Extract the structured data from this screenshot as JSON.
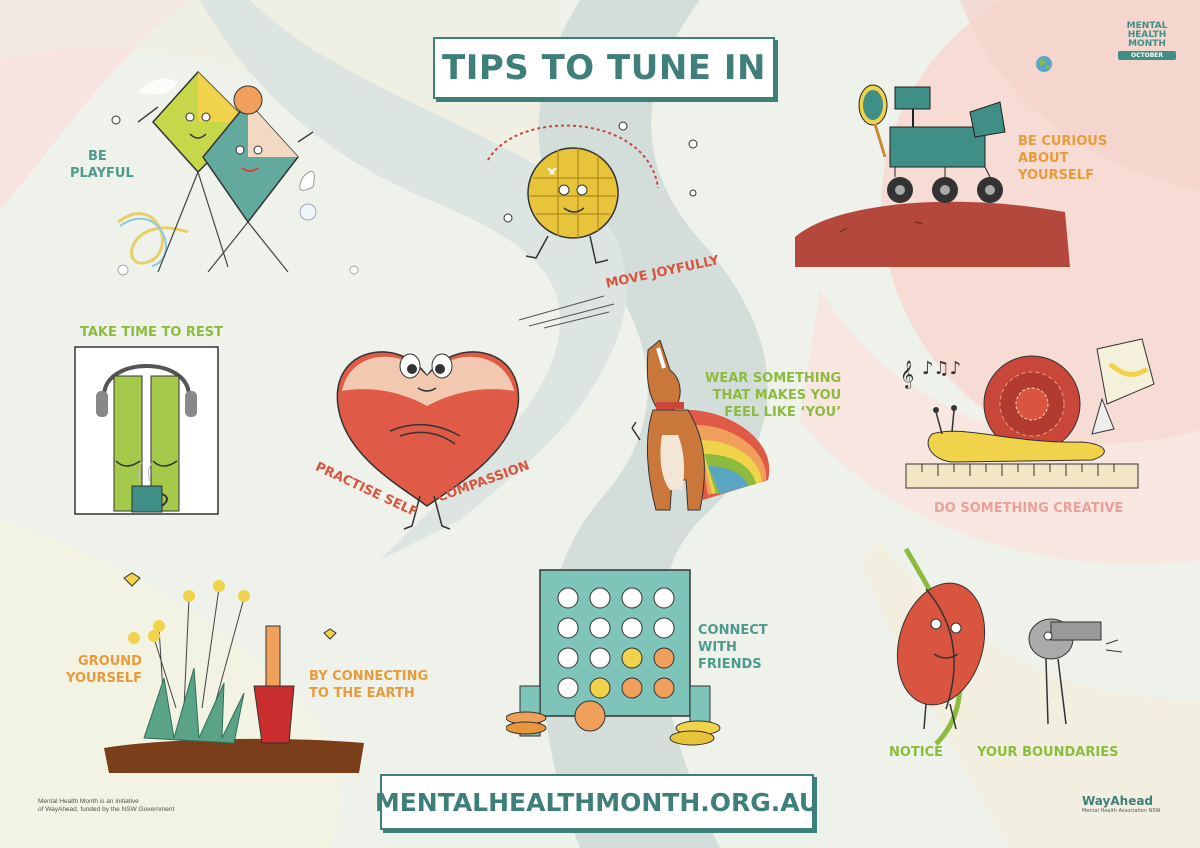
{
  "title": "TIPS TO TUNE IN",
  "url": "MENTALHEALTHMONTH.ORG.AU",
  "logo_top": {
    "line1": "MENTAL",
    "line2": "HEALTH",
    "line3": "MONTH",
    "line4": "OCTOBER"
  },
  "logo_bottom": {
    "name": "WayAhead",
    "tagline": "Mental Health Association NSW"
  },
  "footer_note": {
    "line1": "Mental Health Month is an initiative",
    "line2": "of WayAhead, funded by the NSW Government"
  },
  "tips": {
    "be_playful": {
      "line1": "BE",
      "line2": "PLAYFUL"
    },
    "move_joyfully": "MOVE JOYFULLY",
    "be_curious": {
      "line1": "BE CURIOUS",
      "line2": "ABOUT",
      "line3": "YOURSELF"
    },
    "take_time_to_rest": "TAKE TIME TO REST",
    "practise_self": "PRACTISE SELF",
    "compassion": "COMPASSION",
    "wear_something": {
      "line1": "WEAR SOMETHING",
      "line2": "THAT MAKES YOU",
      "line3": "FEEL LIKE ‘YOU’"
    },
    "do_something_creative": "DO SOMETHING CREATIVE",
    "ground_yourself": {
      "line1": "GROUND",
      "line2": "YOURSELF"
    },
    "by_connecting": {
      "line1": "BY CONNECTING",
      "line2": "TO THE EARTH"
    },
    "connect_with_friends": {
      "line1": "CONNECT",
      "line2": "WITH",
      "line3": "FRIENDS"
    },
    "notice": "NOTICE",
    "your_boundaries": "YOUR BOUNDARIES"
  },
  "illustrations": [
    "kites-icon",
    "disco-ball-icon",
    "rover-icon",
    "headphones-rest-icon",
    "heart-hug-icon",
    "corgi-cape-icon",
    "snail-paint-icon",
    "plant-spade-icon",
    "connect-four-icon",
    "football-whistle-icon"
  ],
  "colors": {
    "teal": "#4f9a8f",
    "orange": "#e89b3a",
    "green": "#8dbb3e",
    "red": "#d9553f",
    "frame": "#3f7f7a"
  }
}
